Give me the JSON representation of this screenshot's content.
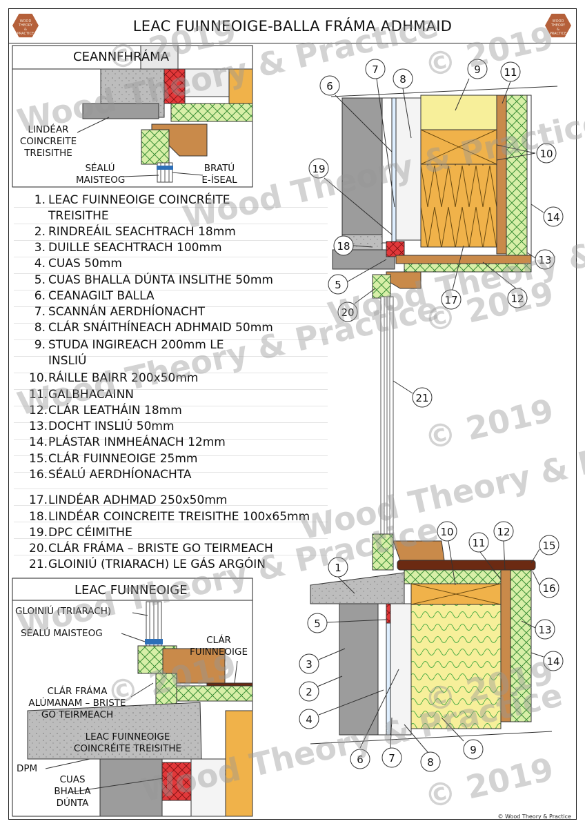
{
  "title": "LEAC FUINNEOIGE-BALLA FRÁMA ADHMAID",
  "logo_text": [
    "WOOD",
    "THEORY",
    "&",
    "PRACTICE"
  ],
  "head_detail": {
    "caption": "CEANNFHRÁMA",
    "labels": {
      "lintel": [
        "LINDÉAR",
        "COINCREITE",
        "TREISITHE"
      ],
      "mastic": [
        "SÉALÚ",
        "MAISTEOG"
      ],
      "lowe": [
        "BRATÚ",
        "E-ÍSEAL"
      ]
    }
  },
  "legend": [
    {
      "n": "1.",
      "text": [
        "LEAC FUINNEOIGE COINCRÉITE",
        "TREISITHE"
      ]
    },
    {
      "n": "2.",
      "text": [
        "RINDREÁIL SEACHTRACH 18mm"
      ]
    },
    {
      "n": "3.",
      "text": [
        "DUILLE SEACHTRACH 100mm"
      ]
    },
    {
      "n": "4.",
      "text": [
        "CUAS 50mm"
      ]
    },
    {
      "n": "5.",
      "text": [
        "CUAS BHALLA DÚNTA INSLITHE 50mm"
      ]
    },
    {
      "n": "6.",
      "text": [
        "CEANAGILT BALLA"
      ]
    },
    {
      "n": "7.",
      "text": [
        "SCANNÁN AERDHÍONACHT"
      ]
    },
    {
      "n": "8.",
      "text": [
        "CLÁR SNÁITHÍNEACH ADHMAID 50mm"
      ]
    },
    {
      "n": "9.",
      "text": [
        "STUDA INGIREACH 200mm LE",
        "INSLIÚ"
      ]
    },
    {
      "n": "10.",
      "text": [
        "RÁILLE BAIRR 200x50mm"
      ]
    },
    {
      "n": "11.",
      "text": [
        "GALBHACAINN"
      ]
    },
    {
      "n": "12.",
      "text": [
        "CLÁR LEATHÁIN 18mm"
      ]
    },
    {
      "n": "13.",
      "text": [
        "DOCHT INSLIÚ 50mm"
      ]
    },
    {
      "n": "14.",
      "text": [
        "PLÁSTAR INMHEÁNACH 12mm"
      ]
    },
    {
      "n": "15.",
      "text": [
        "CLÁR FUINNEOIGE 25mm"
      ]
    },
    {
      "n": "16.",
      "text": [
        "SÉALÚ AERDHÍONACHTA"
      ]
    },
    {
      "n": "17.",
      "text": [
        "LINDÉAR ADHMAD 250x50mm"
      ]
    },
    {
      "n": "18.",
      "text": [
        "LINDÉAR COINCREITE TREISITHE 100x65mm"
      ]
    },
    {
      "n": "19.",
      "text": [
        "DPC CÉIMITHE"
      ]
    },
    {
      "n": "20.",
      "text": [
        "CLÁR FRÁMA – BRISTE GO TEIRMEACH"
      ]
    },
    {
      "n": "21.",
      "text": [
        "GLOINIÚ (TRIARACH) LE GÁS ARGÓIN"
      ]
    }
  ],
  "sill_detail": {
    "caption": "LEAC FUINNEOIGE",
    "labels": {
      "glazing": "GLOINIÚ (TRIARACH)",
      "mastic": "SÉALÚ MAISTEOG",
      "board": [
        "CLÁR",
        "FUINNEOIGE"
      ],
      "frame": [
        "CLÁR FRÁMA",
        "ALÚMANAM – BRISTE",
        "GO TEIRMEACH"
      ],
      "sill": [
        "LEAC FUINNEOIGE",
        "COINCRÉITE TREISITHE"
      ],
      "dpm": "DPM",
      "cavity": [
        "CUAS",
        "BHALLA",
        "DÚNTA"
      ]
    }
  },
  "callouts": [
    "1",
    "2",
    "3",
    "4",
    "5",
    "6",
    "7",
    "8",
    "9",
    "10",
    "11",
    "12",
    "13",
    "14",
    "15",
    "16",
    "17",
    "18",
    "19",
    "20",
    "21"
  ],
  "watermark_lines": [
    "Wood Theory & Practice",
    "© 2019"
  ],
  "copyright": "© Wood Theory & Practice",
  "colors": {
    "concrete": "#9c9c9c",
    "insulation": "#f7ef9a",
    "timber": "#f0b24a",
    "frame_wood": "#c98a4a",
    "seal_green": "#d6ecb0",
    "red_brick": "#e2383a",
    "dark_board": "#6b2a12"
  }
}
